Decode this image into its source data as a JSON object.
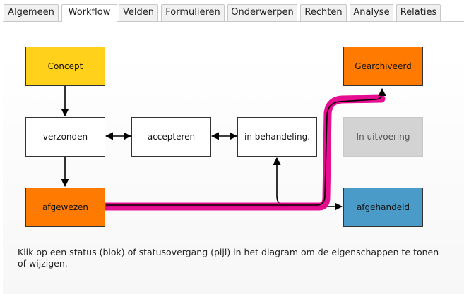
{
  "tabs": [
    {
      "label": "Algemeen",
      "active": false
    },
    {
      "label": "Workflow",
      "active": true
    },
    {
      "label": "Velden",
      "active": false
    },
    {
      "label": "Formulieren",
      "active": false
    },
    {
      "label": "Onderwerpen",
      "active": false
    },
    {
      "label": "Rechten",
      "active": false
    },
    {
      "label": "Analyse",
      "active": false
    },
    {
      "label": "Relaties",
      "active": false
    }
  ],
  "workflow": {
    "statuses": {
      "concept": {
        "label": "Concept",
        "color": "#ffd11a"
      },
      "verzonden": {
        "label": "verzonden",
        "color": "#ffffff"
      },
      "accepteren": {
        "label": "accepteren",
        "color": "#ffffff"
      },
      "in_behandeling": {
        "label": "in behandeling.",
        "color": "#ffffff"
      },
      "in_uitvoering": {
        "label": "In uitvoering",
        "color": "#d3d3d3",
        "text_color": "#555555"
      },
      "gearchiveerd": {
        "label": "Gearchiveerd",
        "color": "#ff7a00"
      },
      "afgewezen": {
        "label": "afgewezen",
        "color": "#ff7a00"
      },
      "afgehandeld": {
        "label": "afgehandeld",
        "color": "#4a9bc8"
      }
    },
    "transitions": [
      {
        "from": "Concept",
        "to": "verzonden"
      },
      {
        "from": "verzonden",
        "to": "accepteren",
        "bidirectional": true
      },
      {
        "from": "accepteren",
        "to": "in behandeling.",
        "bidirectional": true
      },
      {
        "from": "verzonden",
        "to": "afgewezen"
      },
      {
        "from": "afgewezen",
        "to": "afgehandeld"
      },
      {
        "from": "afgewezen",
        "to": "in behandeling."
      },
      {
        "from": "afgewezen",
        "to": "Gearchiveerd",
        "highlighted": true
      }
    ],
    "highlight_color": "#e6008a"
  },
  "hint": "Klik op een status (blok) of statusovergang (pijl) in het diagram om de eigenschappen te tonen of wijzigen."
}
